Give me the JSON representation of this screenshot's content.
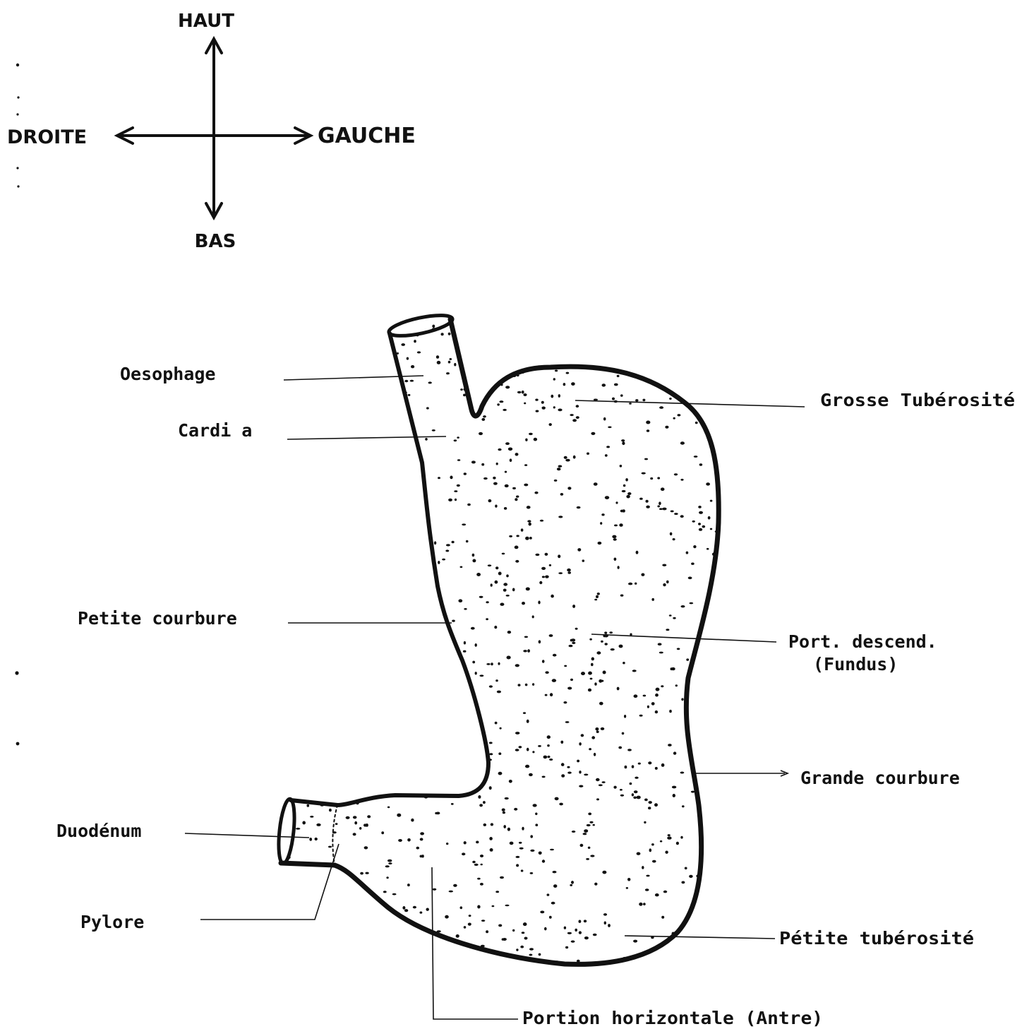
{
  "orientation": {
    "up": "HAUT",
    "down": "BAS",
    "left": "DROITE",
    "right": "GAUCHE"
  },
  "labels": {
    "oesophage": "Oesophage",
    "cardia": "Cardi a",
    "petite_courbure": "Petite courbure",
    "duodenum": "Duodénum",
    "pylore": "Pylore",
    "grosse_tuberosite": "Grosse Tubérosité",
    "port_descend": "Port. descend.",
    "fundus": "(Fundus)",
    "grande_courbure": "Grande courbure",
    "petite_tuberosite": "Pétite tubérosité",
    "portion_horizontale": "Portion horizontale (Antre)"
  }
}
